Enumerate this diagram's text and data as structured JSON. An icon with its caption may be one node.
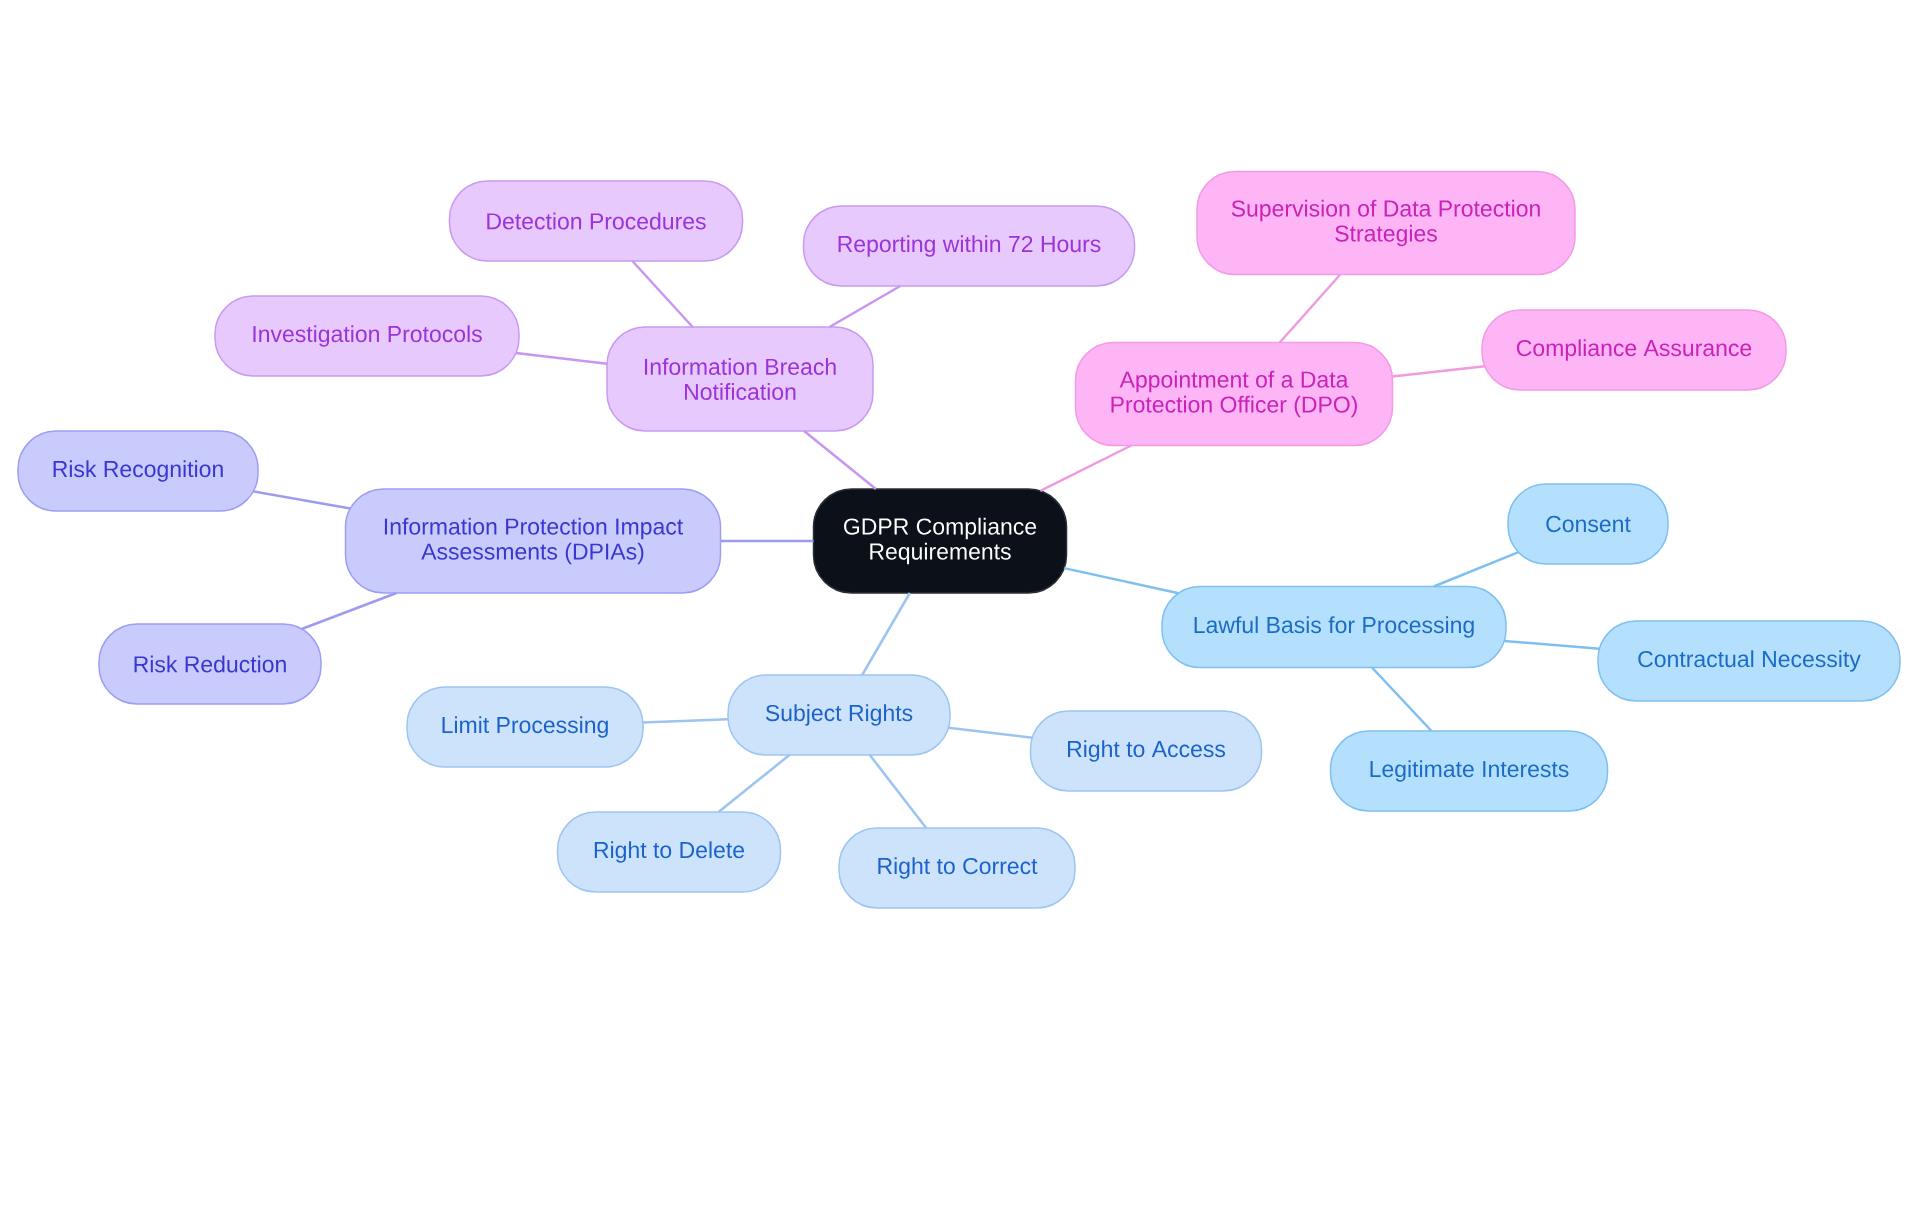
{
  "diagram": {
    "nodes": [
      {
        "text": [
          "GDPR Compliance Requirements"
        ]
      },
      {
        "text": [
          "Information Breach Notification"
        ]
      },
      {
        "text": [
          "Detection Procedures"
        ]
      },
      {
        "text": [
          "Reporting within 72 Hours"
        ]
      },
      {
        "text": [
          "Investigation Protocols"
        ]
      },
      {
        "text": [
          "Appointment of a Data Protection Officer (DPO)"
        ]
      },
      {
        "text": [
          "Supervision of Data Protection Strategies"
        ]
      },
      {
        "text": [
          "Compliance Assurance"
        ]
      },
      {
        "text": [
          "Information Protection Impact Assessments (DPIAs)"
        ]
      },
      {
        "text": [
          "Risk Recognition"
        ]
      },
      {
        "text": [
          "Risk Reduction"
        ]
      },
      {
        "text": [
          "Lawful Basis for Processing"
        ]
      },
      {
        "text": [
          "Consent"
        ]
      },
      {
        "text": [
          "Contractual Necessity"
        ]
      },
      {
        "text": [
          "Legitimate Interests"
        ]
      },
      {
        "text": [
          "Subject Rights"
        ]
      },
      {
        "text": [
          "Limit Processing"
        ]
      },
      {
        "text": [
          "Right to Access"
        ]
      },
      {
        "text": [
          "Right to Delete"
        ]
      },
      {
        "text": [
          "Right to Correct"
        ]
      }
    ],
    "edges": [
      {
        "from": 0,
        "to": 1,
        "arrow": "none",
        "color": "#c896f0"
      },
      {
        "from": 1,
        "to": 2,
        "arrow": "none",
        "color": "#c896f0"
      },
      {
        "from": 1,
        "to": 3,
        "arrow": "none",
        "color": "#c896f0"
      },
      {
        "from": 1,
        "to": 4,
        "arrow": "none",
        "color": "#c896f0"
      },
      {
        "from": 0,
        "to": 5,
        "arrow": "none",
        "color": "#f09ae0"
      },
      {
        "from": 5,
        "to": 6,
        "arrow": "none",
        "color": "#f09ae0"
      },
      {
        "from": 5,
        "to": 7,
        "arrow": "none",
        "color": "#f09ae0"
      },
      {
        "from": 0,
        "to": 8,
        "arrow": "none",
        "color": "#9b9cf0"
      },
      {
        "from": 8,
        "to": 9,
        "arrow": "none",
        "color": "#9b9cf0"
      },
      {
        "from": 8,
        "to": 10,
        "arrow": "none",
        "color": "#9b9cf0"
      },
      {
        "from": 0,
        "to": 11,
        "arrow": "none",
        "color": "#7dc0f0"
      },
      {
        "from": 11,
        "to": 12,
        "arrow": "none",
        "color": "#7dc0f0"
      },
      {
        "from": 11,
        "to": 13,
        "arrow": "none",
        "color": "#7dc0f0"
      },
      {
        "from": 11,
        "to": 14,
        "arrow": "none",
        "color": "#7dc0f0"
      },
      {
        "from": 0,
        "to": 15,
        "arrow": "none",
        "color": "#9cc4f0"
      },
      {
        "from": 15,
        "to": 16,
        "arrow": "none",
        "color": "#9cc4f0"
      },
      {
        "from": 15,
        "to": 17,
        "arrow": "none",
        "color": "#9cc4f0"
      },
      {
        "from": 15,
        "to": 18,
        "arrow": "none",
        "color": "#9cc4f0"
      },
      {
        "from": 15,
        "to": 19,
        "arrow": "none",
        "color": "#9cc4f0"
      }
    ]
  }
}
